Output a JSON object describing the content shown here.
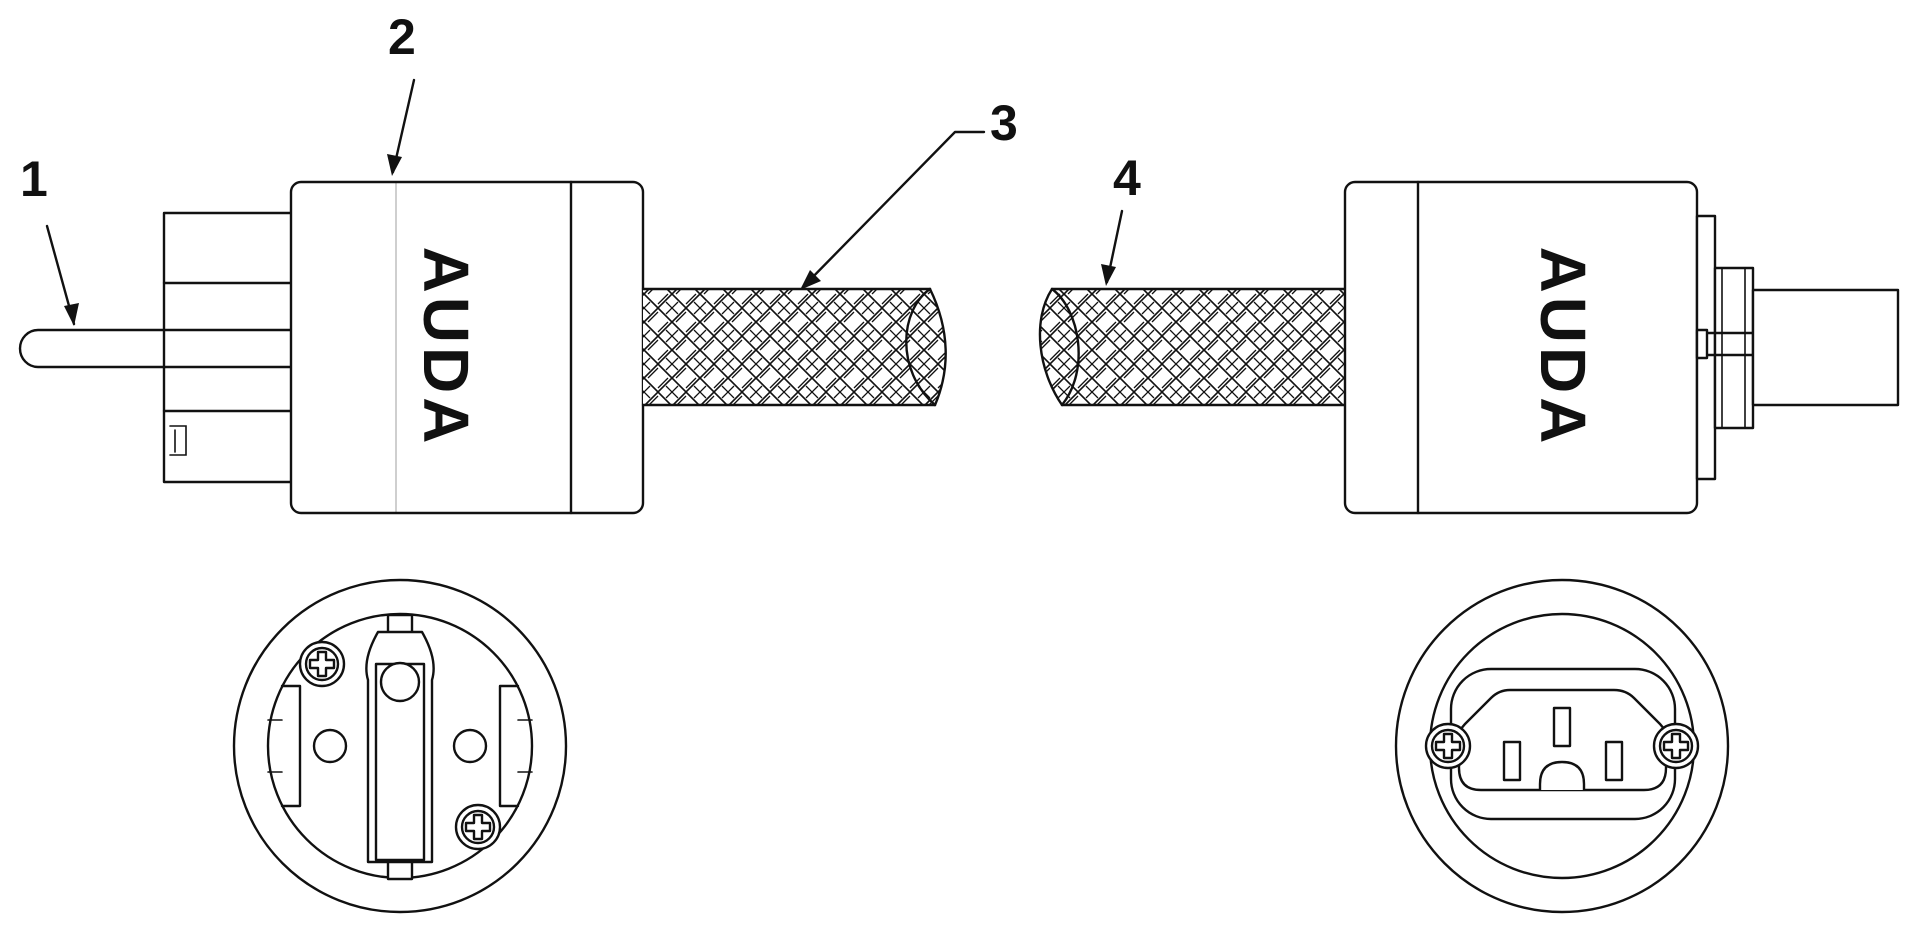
{
  "diagram": {
    "callouts": [
      {
        "id": "1",
        "text": "1"
      },
      {
        "id": "2",
        "text": "2"
      },
      {
        "id": "3",
        "text": "3"
      },
      {
        "id": "4",
        "text": "4"
      }
    ],
    "brand_label": "AUDA",
    "colors": {
      "line": "#111111",
      "background": "#ffffff"
    }
  }
}
